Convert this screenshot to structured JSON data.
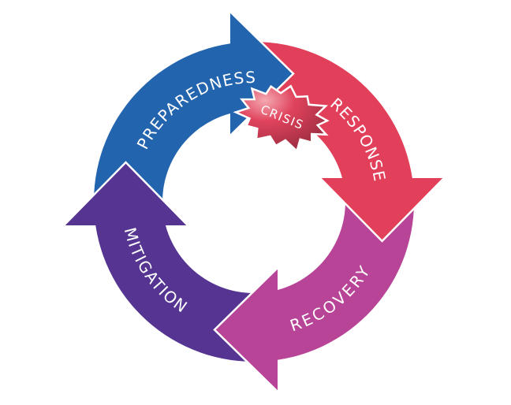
{
  "diagram": {
    "stages": [
      {
        "label": "PREPAREDNESS",
        "color": "#2364ae"
      },
      {
        "label": "RESPONSE",
        "color": "#e2405a"
      },
      {
        "label": "RECOVERY",
        "color": "#b84497"
      },
      {
        "label": "MITIGATION",
        "color": "#553591"
      }
    ],
    "crisis": {
      "label": "CRISIS",
      "color_light": "#f4a9b2",
      "color_mid": "#e0435c",
      "color_dark": "#9a2c40"
    }
  }
}
